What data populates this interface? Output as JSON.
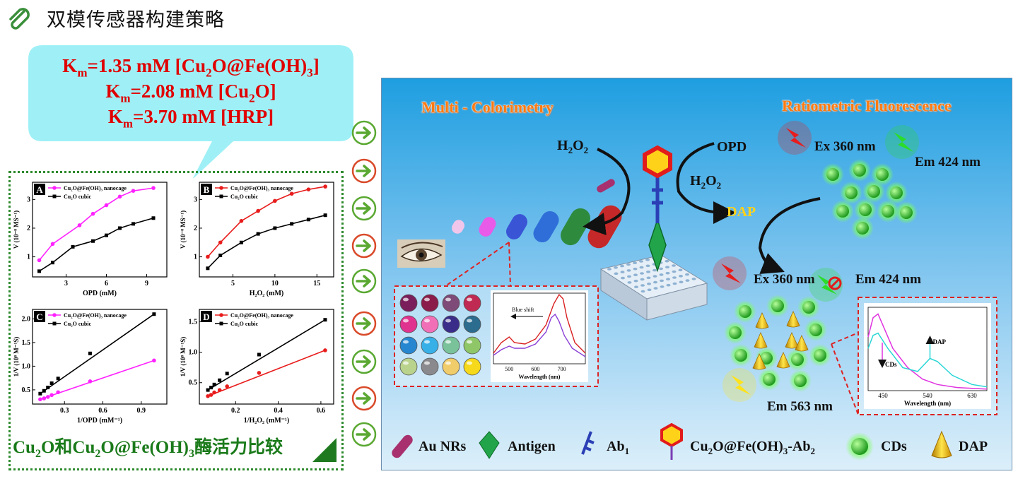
{
  "header": {
    "title": "双模传感器构建策略"
  },
  "km_bubble": {
    "lines": [
      {
        "prefix": "K",
        "sub": "m",
        "text": "=1.35 mM [Cu",
        "sub2": "2",
        "text2": "O@Fe(OH)",
        "sub3": "3",
        "text3": "]"
      },
      {
        "prefix": "K",
        "sub": "m",
        "text": "=2.08 mM [Cu",
        "sub2": "2",
        "text2": "O]",
        "sub3": "",
        "text3": ""
      },
      {
        "prefix": "K",
        "sub": "m",
        "text": "=3.70 mM [HRP]",
        "sub2": "",
        "text2": "",
        "sub3": "",
        "text3": ""
      }
    ],
    "bubble_color": "#9ff0f6",
    "text_color": "#e00000"
  },
  "compare_label": {
    "a": "Cu",
    "a_sub": "2",
    "b": "O和Cu",
    "b_sub": "2",
    "c": "O@Fe(OH)",
    "c_sub": "3",
    "d": "酶活力比较"
  },
  "colors": {
    "magenta": "#ff22ff",
    "black": "#000000",
    "red": "#e81c1c",
    "green_border": "#2e8b2e",
    "arrow_green": "#5aa832"
  },
  "chart_data": [
    {
      "type": "scatter",
      "panel": "A",
      "xlabel": "OPD (mM)",
      "ylabel": "V (10⁻⁸ MS⁻¹)",
      "xticks": [
        "3",
        "6",
        "9"
      ],
      "yticks": [
        "1",
        "2",
        "3"
      ],
      "xlim": [
        0.5,
        10.5
      ],
      "ylim": [
        0.3,
        3.6
      ],
      "series": [
        {
          "name": "Cu₂O@Fe(OH)₃ nanocage",
          "color": "#ff22ff",
          "x": [
            1,
            2,
            4,
            5,
            6,
            7,
            8,
            9.5
          ],
          "y": [
            0.88,
            1.45,
            2.1,
            2.5,
            2.8,
            3.1,
            3.3,
            3.4
          ]
        },
        {
          "name": "Cu₂O cubic",
          "color": "#000000",
          "x": [
            1,
            2,
            3.5,
            5,
            6,
            7,
            8,
            9.5
          ],
          "y": [
            0.5,
            0.8,
            1.35,
            1.55,
            1.75,
            2.0,
            2.15,
            2.35
          ]
        }
      ]
    },
    {
      "type": "scatter",
      "panel": "B",
      "xlabel": "H₂O₂ (mM)",
      "ylabel": "V (10⁻⁸ MS⁻¹)",
      "xticks": [
        "5",
        "10",
        "15"
      ],
      "yticks": [
        "1",
        "2",
        "3"
      ],
      "xlim": [
        1,
        17
      ],
      "ylim": [
        0.3,
        3.6
      ],
      "series": [
        {
          "name": "Cu₂O@Fe(OH)₃ nanocage",
          "color": "#e81c1c",
          "x": [
            2,
            3.5,
            6,
            8,
            10,
            12,
            14,
            16
          ],
          "y": [
            1.0,
            1.5,
            2.25,
            2.6,
            2.95,
            3.2,
            3.35,
            3.45
          ]
        },
        {
          "name": "Cu₂O cubic",
          "color": "#000000",
          "x": [
            2,
            3.5,
            6,
            8,
            10,
            12,
            14,
            16
          ],
          "y": [
            0.6,
            1.05,
            1.5,
            1.8,
            2.0,
            2.15,
            2.3,
            2.45
          ]
        }
      ]
    },
    {
      "type": "scatter",
      "panel": "C",
      "xlabel": "1/OPD (mM⁻¹)",
      "ylabel": "1/V (10⁸ M⁻¹S)",
      "xticks": [
        "0.3",
        "0.6",
        "0.9"
      ],
      "yticks": [
        "0.5",
        "1.0",
        "1.5",
        "2.0"
      ],
      "xlim": [
        0.05,
        1.1
      ],
      "ylim": [
        0.2,
        2.2
      ],
      "series": [
        {
          "name": "Cu₂O@Fe(OH)₃ nanocage",
          "color": "#ff22ff",
          "x": [
            0.11,
            0.14,
            0.17,
            0.2,
            0.25,
            0.5,
            1.0
          ],
          "y": [
            0.3,
            0.32,
            0.35,
            0.39,
            0.45,
            0.68,
            1.12
          ]
        },
        {
          "name": "Cu₂O cubic",
          "color": "#000000",
          "x": [
            0.11,
            0.14,
            0.17,
            0.2,
            0.25,
            0.5,
            1.0
          ],
          "y": [
            0.42,
            0.48,
            0.55,
            0.64,
            0.74,
            1.27,
            2.1
          ]
        }
      ]
    },
    {
      "type": "scatter",
      "panel": "D",
      "xlabel": "1/H₂O₂ (mM⁻¹)",
      "ylabel": "1/V (10⁸ M⁻¹S)",
      "xticks": [
        "0.2",
        "0.4",
        "0.6"
      ],
      "yticks": [
        "0.5",
        "1.0",
        "1.5"
      ],
      "xlim": [
        0.03,
        0.66
      ],
      "ylim": [
        0.15,
        1.7
      ],
      "series": [
        {
          "name": "Cu₂O@Fe(OH)₃ nanocage",
          "color": "#e81c1c",
          "x": [
            0.07,
            0.085,
            0.1,
            0.125,
            0.16,
            0.31,
            0.62
          ],
          "y": [
            0.28,
            0.3,
            0.34,
            0.38,
            0.44,
            0.66,
            1.03
          ]
        },
        {
          "name": "Cu₂O cubic",
          "color": "#000000",
          "x": [
            0.07,
            0.085,
            0.1,
            0.125,
            0.16,
            0.31,
            0.62
          ],
          "y": [
            0.38,
            0.42,
            0.47,
            0.54,
            0.65,
            0.96,
            1.53
          ]
        }
      ]
    },
    {
      "type": "line",
      "panel": "uv-inset",
      "xlabel": "Wavelength (nm)",
      "annotation": "Blue shift",
      "xticks": [
        "500",
        "600",
        "700"
      ],
      "xlim": [
        440,
        790
      ],
      "ylim": [
        0,
        1
      ],
      "series": [
        {
          "color": "#d92020",
          "x": [
            440,
            470,
            500,
            520,
            560,
            600,
            640,
            670,
            690,
            705,
            720,
            750,
            790
          ],
          "y": [
            0.15,
            0.3,
            0.38,
            0.3,
            0.28,
            0.35,
            0.55,
            0.85,
            0.98,
            0.92,
            0.65,
            0.3,
            0.15
          ]
        },
        {
          "color": "#8a3fd6",
          "x": [
            440,
            470,
            500,
            520,
            560,
            600,
            640,
            660,
            675,
            690,
            710,
            740,
            790
          ],
          "y": [
            0.12,
            0.2,
            0.25,
            0.22,
            0.22,
            0.28,
            0.45,
            0.65,
            0.7,
            0.6,
            0.4,
            0.22,
            0.1
          ]
        }
      ]
    },
    {
      "type": "line",
      "panel": "fl-inset",
      "xlabel": "Wavelength (nm)",
      "annotations": [
        "CDs",
        "DAP"
      ],
      "xticks": [
        "450",
        "540",
        "630"
      ],
      "xlim": [
        420,
        660
      ],
      "ylim": [
        0,
        1
      ],
      "series": [
        {
          "color": "#e033e0",
          "x": [
            420,
            430,
            440,
            450,
            470,
            500,
            530,
            560,
            600,
            660
          ],
          "y": [
            0.7,
            0.95,
            1.0,
            0.85,
            0.55,
            0.3,
            0.15,
            0.08,
            0.04,
            0.02
          ]
        },
        {
          "color": "#2ad6d6",
          "x": [
            420,
            430,
            440,
            460,
            490,
            520,
            545,
            560,
            590,
            630,
            660
          ],
          "y": [
            0.55,
            0.72,
            0.75,
            0.55,
            0.3,
            0.25,
            0.42,
            0.38,
            0.2,
            0.08,
            0.05
          ]
        }
      ]
    }
  ],
  "scheme": {
    "multi_title": "Multi - Colorimetry",
    "ratio_title": "Ratiometric Fluorescence",
    "h2o2_left": {
      "a": "H",
      "a_sub": "2",
      "b": "O",
      "b_sub": "2"
    },
    "opd": "OPD",
    "h2o2_mid": {
      "a": "H",
      "a_sub": "2",
      "b": "O",
      "b_sub": "2"
    },
    "dap": "DAP",
    "ex1": "Ex 360 nm",
    "em1": "Em 424 nm",
    "ex2": "Ex 360 nm",
    "em2": "Em 424 nm",
    "em3": "Em 563 nm",
    "color_palette": [
      "#7a1f5c",
      "#8b1d4a",
      "#7e4a78",
      "#c02a52",
      "#e0338f",
      "#f06fb7",
      "#3a2d8a",
      "#2b6c8f",
      "#2687d0",
      "#37b0e8",
      "#79c29a",
      "#8fc768",
      "#b9d38d",
      "#8a8a8e",
      "#f1cc6a",
      "#f5d91a"
    ],
    "rod_colors": [
      "#f2c6ea",
      "#e85ae8",
      "#3a54d6",
      "#2f6ed8",
      "#2e8b3e",
      "#c42828"
    ]
  },
  "legend": [
    {
      "label": "Au NRs",
      "icon": "au-nr-icon"
    },
    {
      "label": "Antigen",
      "icon": "antigen-icon"
    },
    {
      "label": "Ab",
      "sub": "1",
      "icon": "antibody-icon"
    },
    {
      "label": "Cu",
      "sub": "2",
      "label2": "O@Fe(OH)",
      "sub2": "3",
      "label3": "-Ab",
      "sub3": "2",
      "icon": "nanocage-ab-icon"
    },
    {
      "label": "CDs",
      "icon": "cd-icon"
    },
    {
      "label": "DAP",
      "icon": "dap-icon"
    }
  ]
}
